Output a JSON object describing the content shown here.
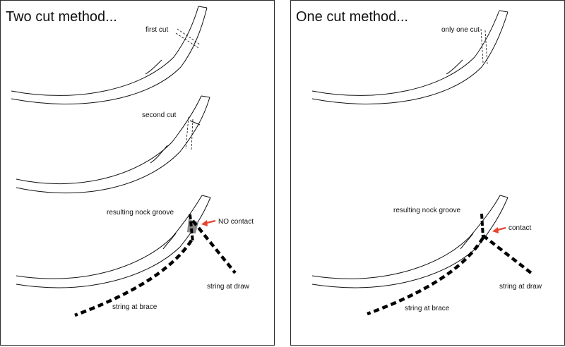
{
  "colors": {
    "line": "#111111",
    "arrow": "#e8442c",
    "groove_shade": "#8a8a8a"
  },
  "left_panel": {
    "title": "Two cut method...",
    "step1_label": "first cut",
    "step2_label": "second cut",
    "step3_label": "resulting nock groove",
    "contact_label": "NO contact",
    "string_draw_label": "string at draw",
    "string_brace_label": "string at brace"
  },
  "right_panel": {
    "title": "One cut method...",
    "step1_label": "only one cut",
    "step3_label": "resulting nock groove",
    "contact_label": "contact",
    "string_draw_label": "string at draw",
    "string_brace_label": "string at brace"
  }
}
